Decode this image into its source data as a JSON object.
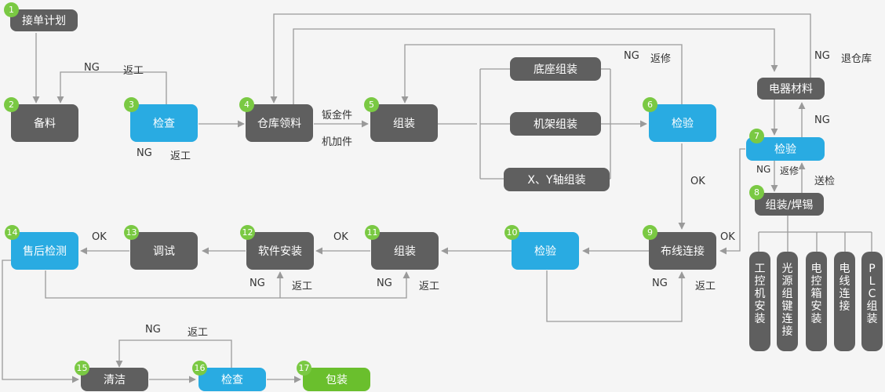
{
  "nodes": {
    "n1": "接单计划",
    "n2": "备料",
    "n3": "检查",
    "n4": "仓库领料",
    "n5": "组装",
    "n6": "检验",
    "n6a": "底座组装",
    "n6b": "机架组装",
    "n6c": "X、Y轴组装",
    "n7": "检验",
    "n8": "组装/焊锡",
    "n9": "布线连接",
    "n10": "检验",
    "n11": "组装",
    "n12": "软件安装",
    "n13": "调试",
    "n14": "售后检测",
    "n15": "清洁",
    "n16": "检查",
    "n17": "包装",
    "elec": "电器材料",
    "v1": "工控机安装",
    "v2": "光源组键连接",
    "v3": "电控箱安装",
    "v4": "电线连接",
    "v5": "PLC组装"
  },
  "badges": [
    "1",
    "2",
    "3",
    "4",
    "5",
    "6",
    "7",
    "8",
    "9",
    "10",
    "11",
    "12",
    "13",
    "14",
    "15",
    "16",
    "17"
  ],
  "labels": {
    "ng": "NG",
    "rework": "返工",
    "repair": "返修",
    "return_stock": "退仓库",
    "ok": "OK",
    "sheet_metal": "钣金件",
    "machining": "机加件",
    "inspect_send": "送检"
  }
}
